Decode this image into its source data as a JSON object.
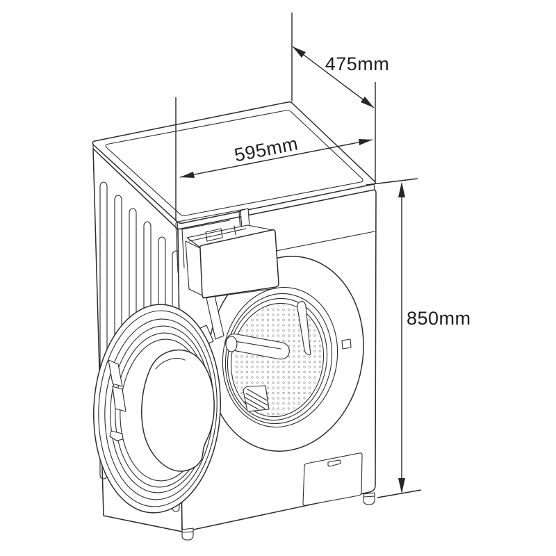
{
  "diagram": {
    "title": "washing-machine-dimension-drawing",
    "dimensions": {
      "depth": {
        "label": "475mm",
        "value": 475,
        "unit": "mm"
      },
      "width": {
        "label": "595mm",
        "value": 595,
        "unit": "mm"
      },
      "height": {
        "label": "850mm",
        "value": 850,
        "unit": "mm"
      }
    },
    "colors": {
      "line": "#2b2b2b",
      "text": "#1d1d1d",
      "background": "#ffffff"
    }
  }
}
